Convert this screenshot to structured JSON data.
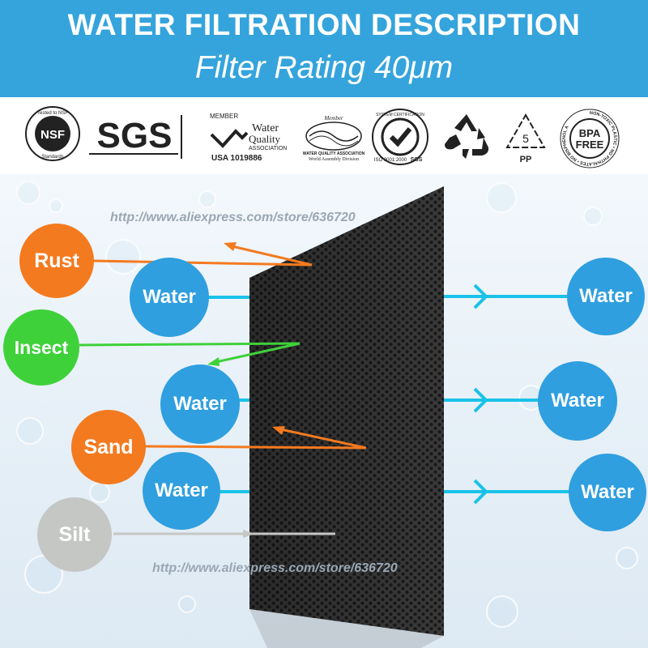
{
  "header": {
    "title": "WATER FILTRATION DESCRIPTION",
    "subtitle": "Filter Rating 40μm"
  },
  "certifications": {
    "nsf": {
      "top": "Tested to NSF",
      "mid": "NSF",
      "bottom": "Standards"
    },
    "sgs": "SGS",
    "wqa": {
      "member": "MEMBER",
      "w1": "Water",
      "w2": "Quality",
      "w3": "ASSOCIATION",
      "id": "USA 1019886"
    },
    "wqa_world": {
      "member": "Member",
      "line1": "WATER QUALITY ASSOCIATION",
      "line2": "World Assembly Division"
    },
    "iso": {
      "ring": "SYSTEM CERTIFICATION",
      "iso": "ISO 9001:2000",
      "sgs": "SGS"
    },
    "recycle": "recycle-icon",
    "pp": {
      "num": "5",
      "label": "PP"
    },
    "bpa": {
      "line1": "BPA",
      "line2": "FREE",
      "ring": "NON-TOXIC PLASTIC • NO PHTHALATES • NO BISPHENOL A"
    }
  },
  "watermarks": {
    "top": "http://www.aliexpress.com/store/636720",
    "bottom": "http://www.aliexpress.com/store/636720"
  },
  "particles": {
    "rust": "Rust",
    "insect": "Insect",
    "sand": "Sand",
    "silt": "Silt"
  },
  "water_in": [
    "Water",
    "Water",
    "Water"
  ],
  "water_out": [
    "Water",
    "Water",
    "Water"
  ],
  "colors": {
    "header": "#35a4dc",
    "water": "#2f9fe0",
    "rust": "#f47a1f",
    "insect": "#3fd13a",
    "sand": "#f47a1f",
    "silt": "#c5c7c4",
    "water_line": "#19c2e8",
    "filter": "#3c3c3c"
  }
}
